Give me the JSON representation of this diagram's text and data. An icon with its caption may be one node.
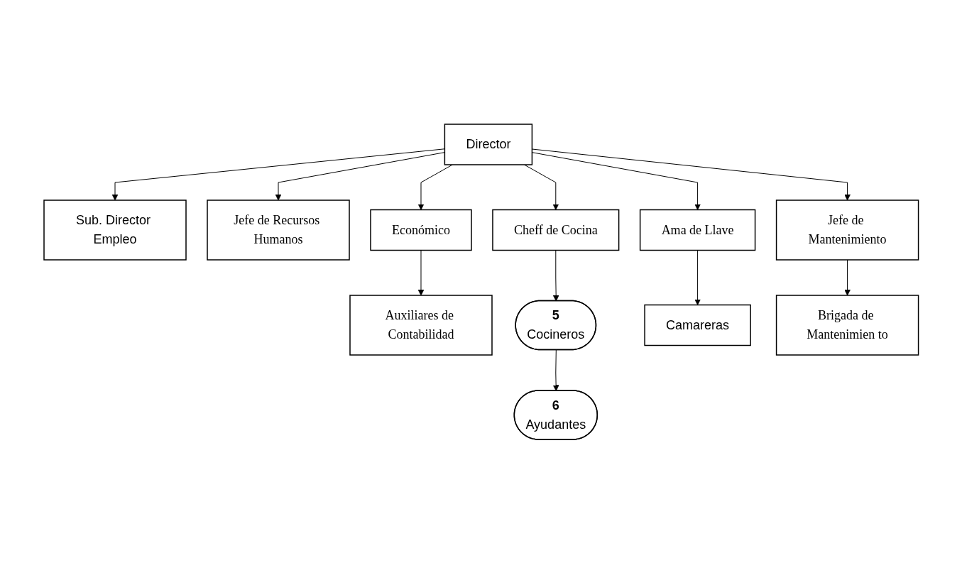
{
  "diagram": {
    "nodes": [
      {
        "text": [
          "Director"
        ]
      },
      {
        "text": [
          "Sub. Director Empleo"
        ]
      },
      {
        "text": [
          "Jefe de Recursos Humanos"
        ]
      },
      {
        "text": [
          "Económico"
        ]
      },
      {
        "text": [
          "Cheff de Cocina"
        ]
      },
      {
        "text": [
          "Ama de Llave"
        ]
      },
      {
        "text": [
          "Jefe de Mantenimiento"
        ]
      },
      {
        "text": [
          "Auxiliares de Contabilidad"
        ]
      },
      {
        "text": [
          "5",
          "Cocineros"
        ]
      },
      {
        "text": [
          "Camareras"
        ]
      },
      {
        "text": [
          "Brigada de Mantenimien to"
        ]
      },
      {
        "text": [
          "6",
          "Ayudantes"
        ]
      }
    ],
    "edges": [
      {
        "from": 0,
        "to": 1,
        "arrow": "to"
      },
      {
        "from": 0,
        "to": 2,
        "arrow": "to"
      },
      {
        "from": 0,
        "to": 3,
        "arrow": "to"
      },
      {
        "from": 0,
        "to": 4,
        "arrow": "to"
      },
      {
        "from": 0,
        "to": 5,
        "arrow": "to"
      },
      {
        "from": 0,
        "to": 6,
        "arrow": "to"
      },
      {
        "from": 3,
        "to": 7,
        "arrow": "to"
      },
      {
        "from": 4,
        "to": 8,
        "arrow": "to"
      },
      {
        "from": 8,
        "to": 11,
        "arrow": "to"
      },
      {
        "from": 5,
        "to": 9,
        "arrow": "to"
      },
      {
        "from": 6,
        "to": 10,
        "arrow": "to"
      }
    ]
  }
}
